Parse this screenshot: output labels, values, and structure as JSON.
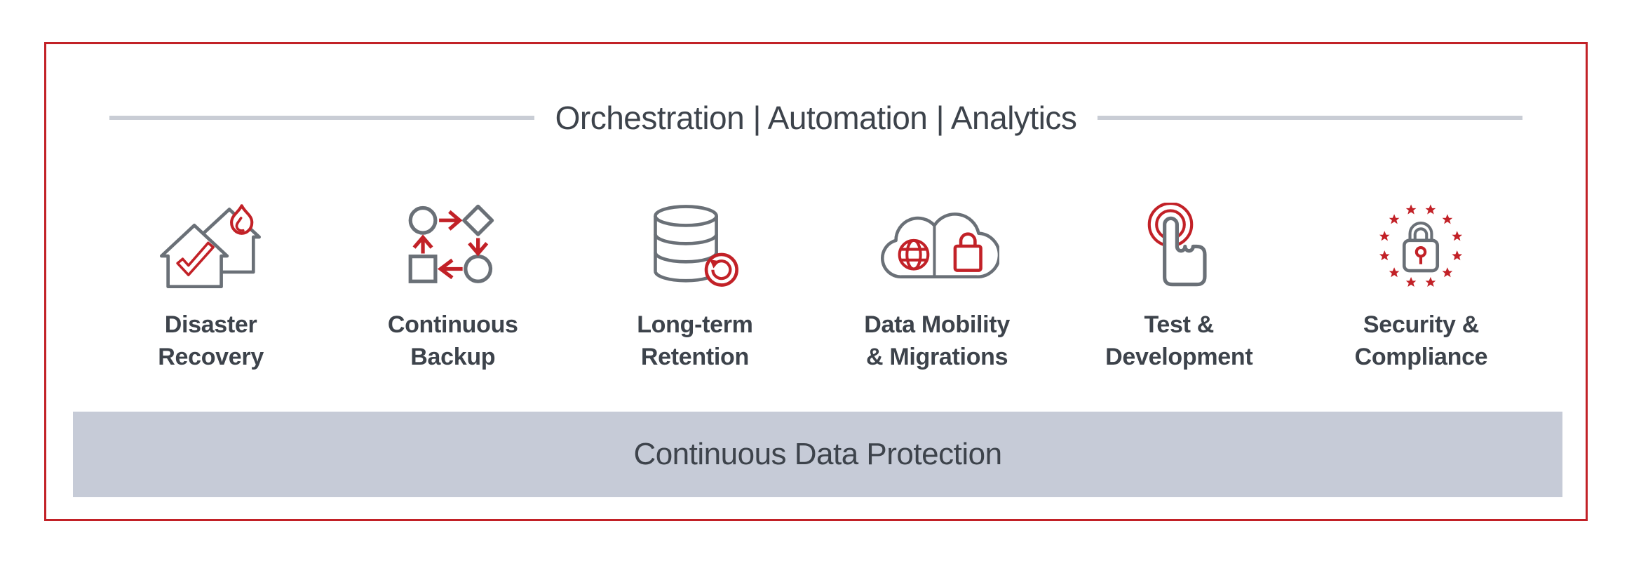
{
  "header": {
    "title": "Orchestration | Automation | Analytics"
  },
  "features": [
    {
      "icon": "burning-house-checkmark-icon",
      "lines": [
        "Disaster",
        "Recovery"
      ]
    },
    {
      "icon": "workflow-cycle-icon",
      "lines": [
        "Continuous",
        "Backup"
      ]
    },
    {
      "icon": "database-restore-icon",
      "lines": [
        "Long-term",
        "Retention"
      ]
    },
    {
      "icon": "cloud-globe-lock-icon",
      "lines": [
        "Data Mobility",
        "& Migrations"
      ]
    },
    {
      "icon": "touch-hand-icon",
      "lines": [
        "Test &",
        "Development"
      ]
    },
    {
      "icon": "padlock-stars-icon",
      "lines": [
        "Security &",
        "Compliance"
      ]
    }
  ],
  "footer": {
    "label": "Continuous Data Protection"
  },
  "colors": {
    "accent_red": "#c22127",
    "icon_gray": "#6a7077",
    "text_dark": "#3d434b",
    "bar_bg": "#c6cbd7",
    "line_gray": "#c9cdd5"
  }
}
